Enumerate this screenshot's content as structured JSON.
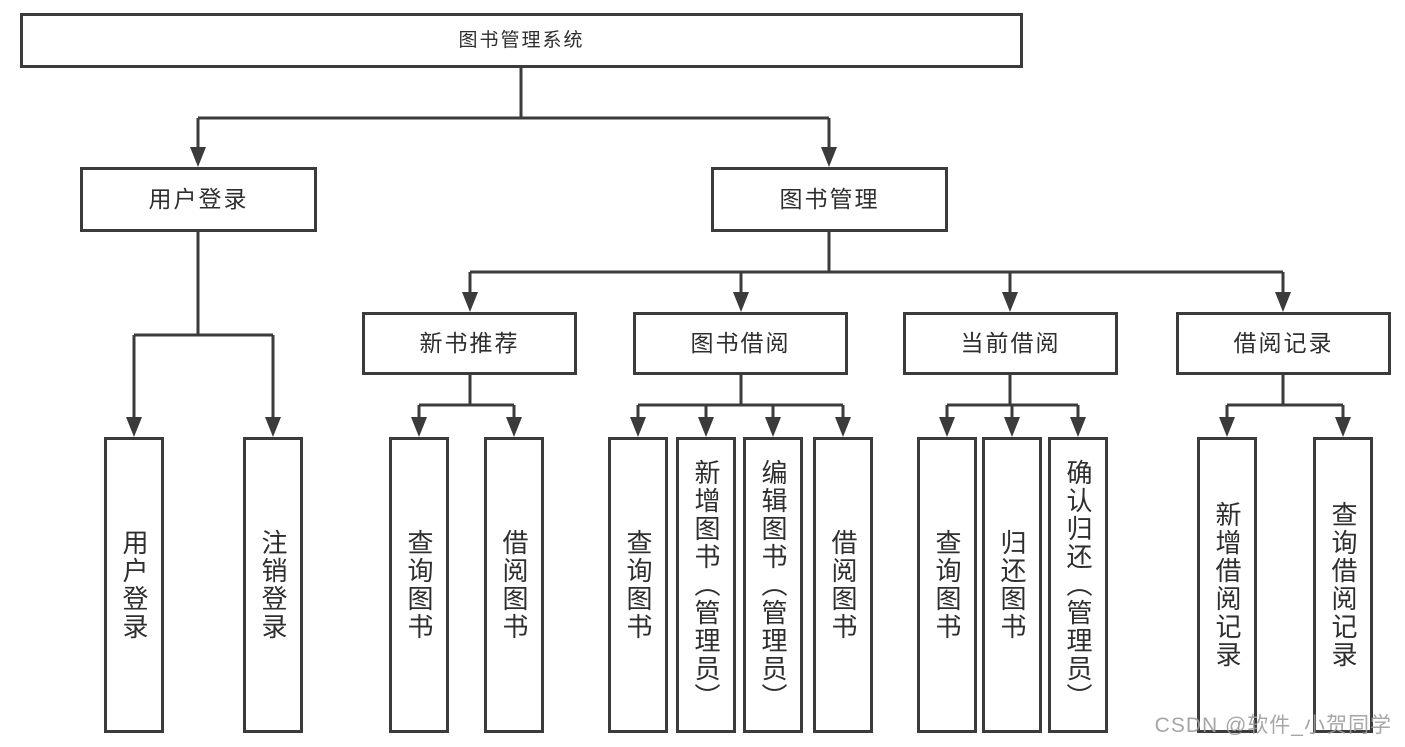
{
  "diagram": {
    "root": {
      "label": "图书管理系统"
    },
    "level1": [
      {
        "label": "用户登录"
      },
      {
        "label": "图书管理"
      }
    ],
    "level2": [
      {
        "label": "新书推荐"
      },
      {
        "label": "图书借阅"
      },
      {
        "label": "当前借阅"
      },
      {
        "label": "借阅记录"
      }
    ],
    "leaves": {
      "user_login": [
        "用户登录",
        "注销登录"
      ],
      "new_books": [
        "查询图书",
        "借阅图书"
      ],
      "book_borrow": [
        "查询图书",
        "新增图书（管理员）",
        "编辑图书（管理员）",
        "借阅图书"
      ],
      "current_borrow": [
        "查询图书",
        "归还图书",
        "确认归还（管理员）"
      ],
      "borrow_records": [
        "新增借阅记录",
        "查询借阅记录"
      ]
    }
  },
  "watermark": "CSDN @软件_小贺同学",
  "colors": {
    "line": "#3b3b3b",
    "text": "#2e2e2e",
    "watermark": "#9d9d9d",
    "background": "#ffffff"
  }
}
